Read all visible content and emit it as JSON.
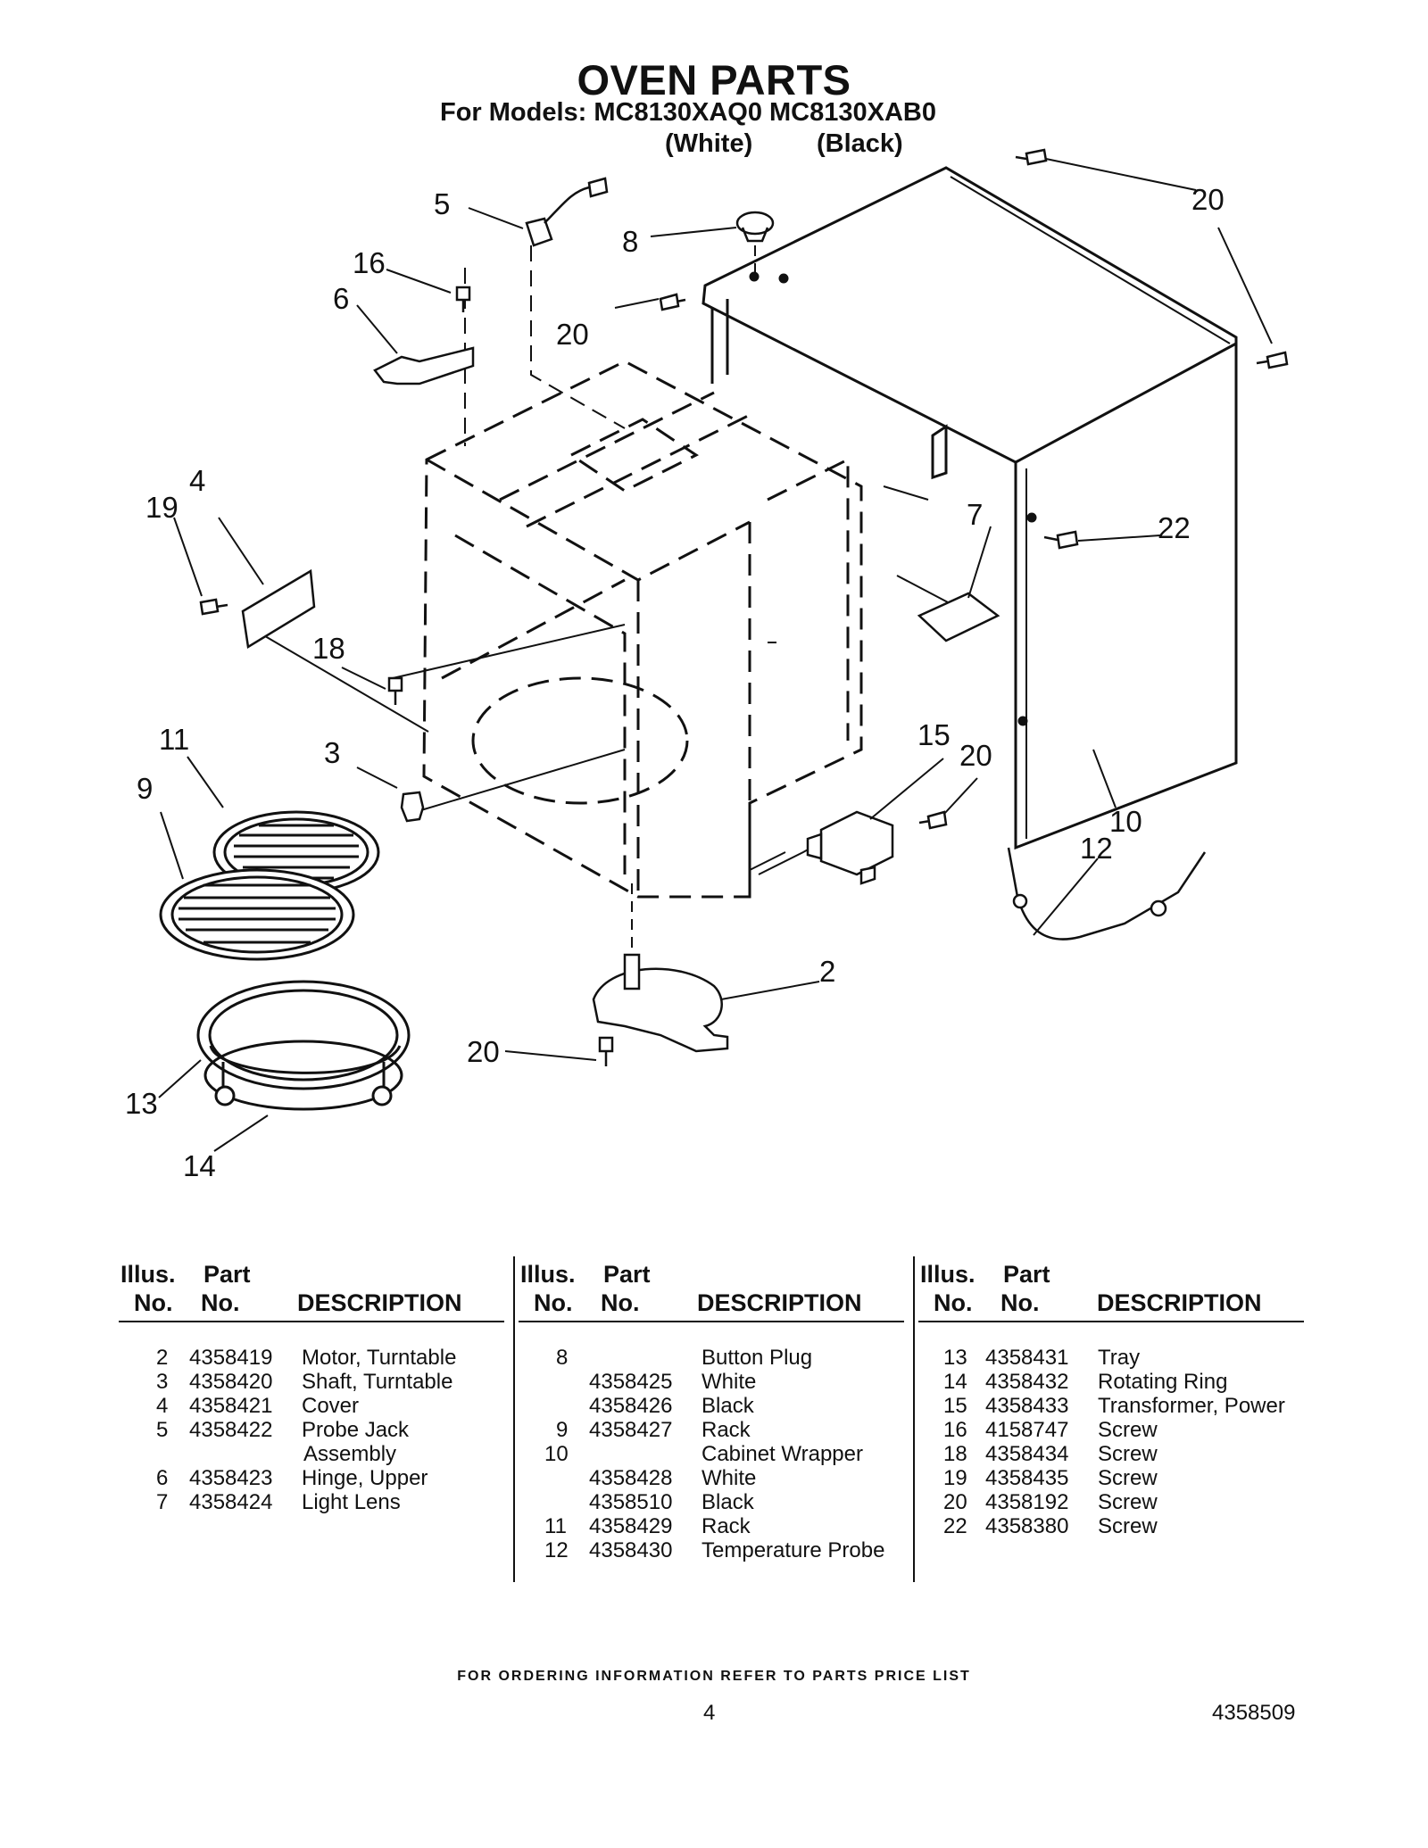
{
  "header": {
    "title": "OVEN PARTS",
    "models_line": "For Models: MC8130XAQ0  MC8130XAB0",
    "variant_white": "(White)",
    "variant_black": "(Black)"
  },
  "diagram": {
    "callouts": [
      "5",
      "8",
      "20",
      "16",
      "6",
      "20",
      "19",
      "4",
      "7",
      "22",
      "18",
      "11",
      "3",
      "15",
      "20",
      "9",
      "10",
      "12",
      "2",
      "20",
      "13",
      "14"
    ]
  },
  "table": {
    "headers": {
      "illus_top": "Illus.",
      "part_top": "Part",
      "illus_no": "No.",
      "part_no": "No.",
      "description": "DESCRIPTION"
    },
    "columns": [
      [
        {
          "illus": "2",
          "part": "4358419",
          "desc": "Motor, Turntable"
        },
        {
          "illus": "3",
          "part": "4358420",
          "desc": "Shaft, Turntable"
        },
        {
          "illus": "4",
          "part": "4358421",
          "desc": "Cover"
        },
        {
          "illus": "5",
          "part": "4358422",
          "desc": "Probe Jack"
        },
        {
          "illus": "",
          "part": "",
          "desc": "Assembly"
        },
        {
          "illus": "6",
          "part": "4358423",
          "desc": "Hinge, Upper"
        },
        {
          "illus": "7",
          "part": "4358424",
          "desc": "Light Lens"
        }
      ],
      [
        {
          "illus": "8",
          "part": "",
          "desc": "Button Plug"
        },
        {
          "illus": "",
          "part": "4358425",
          "desc": "White"
        },
        {
          "illus": "",
          "part": "4358426",
          "desc": "Black"
        },
        {
          "illus": "9",
          "part": "4358427",
          "desc": "Rack"
        },
        {
          "illus": "10",
          "part": "",
          "desc": "Cabinet Wrapper"
        },
        {
          "illus": "",
          "part": "4358428",
          "desc": "White"
        },
        {
          "illus": "",
          "part": "4358510",
          "desc": "Black"
        },
        {
          "illus": "11",
          "part": "4358429",
          "desc": "Rack"
        },
        {
          "illus": "12",
          "part": "4358430",
          "desc": "Temperature Probe"
        }
      ],
      [
        {
          "illus": "13",
          "part": "4358431",
          "desc": "Tray"
        },
        {
          "illus": "14",
          "part": "4358432",
          "desc": "Rotating Ring"
        },
        {
          "illus": "15",
          "part": "4358433",
          "desc": "Transformer, Power"
        },
        {
          "illus": "16",
          "part": "4158747",
          "desc": "Screw"
        },
        {
          "illus": "18",
          "part": "4358434",
          "desc": "Screw"
        },
        {
          "illus": "19",
          "part": "4358435",
          "desc": "Screw"
        },
        {
          "illus": "20",
          "part": "4358192",
          "desc": "Screw"
        },
        {
          "illus": "22",
          "part": "4358380",
          "desc": "Screw"
        }
      ]
    ]
  },
  "footer": {
    "note": "FOR ORDERING INFORMATION REFER TO PARTS PRICE LIST",
    "page_number": "4",
    "document_number": "4358509"
  }
}
